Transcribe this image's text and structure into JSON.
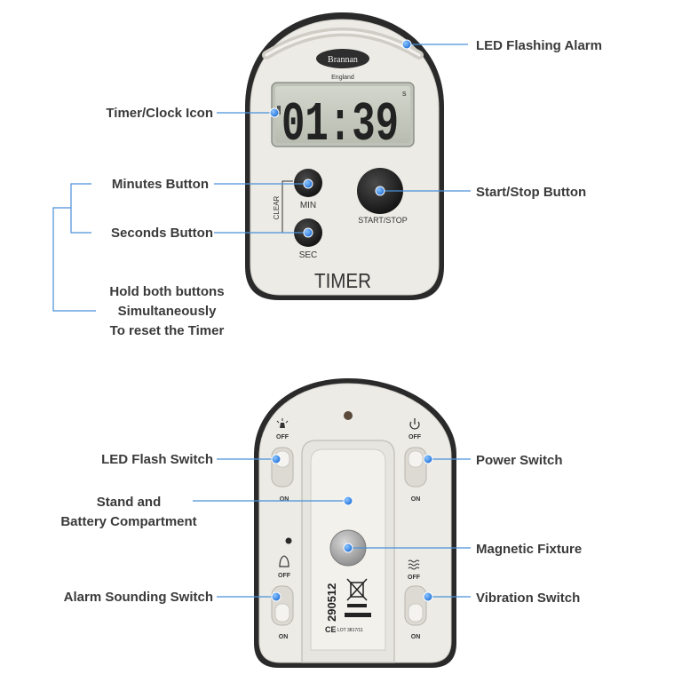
{
  "front": {
    "brand": "Brannan",
    "brand_sub": "England",
    "display": "01:39",
    "display_unit": "s",
    "clear_label": "CLEAR",
    "min_label": "MIN",
    "sec_label": "SEC",
    "startstop_label": "START/STOP",
    "product_name": "TIMER"
  },
  "back": {
    "off": "OFF",
    "on": "ON",
    "code": "290512",
    "ce": "CE",
    "lot": "LOT 3817/11"
  },
  "callouts": {
    "led_flashing_alarm": "LED Flashing Alarm",
    "timer_clock_icon": "Timer/Clock Icon",
    "minutes_button": "Minutes Button",
    "seconds_button": "Seconds Button",
    "start_stop_button": "Start/Stop Button",
    "reset_note": [
      "Hold both buttons",
      "Simultaneously",
      "To reset the Timer"
    ],
    "led_flash_switch": "LED Flash Switch",
    "stand_battery": [
      "Stand and",
      "Battery Compartment"
    ],
    "power_switch": "Power Switch",
    "magnetic_fixture": "Magnetic Fixture",
    "alarm_sounding_switch": "Alarm Sounding Switch",
    "vibration_switch": "Vibration Switch"
  },
  "colors": {
    "callout_line": "#4a90d9",
    "callout_dot": "#3a86e0",
    "body": "#ecebe6",
    "rim": "#2a2a2a",
    "lcd": "#c9ccc2"
  }
}
